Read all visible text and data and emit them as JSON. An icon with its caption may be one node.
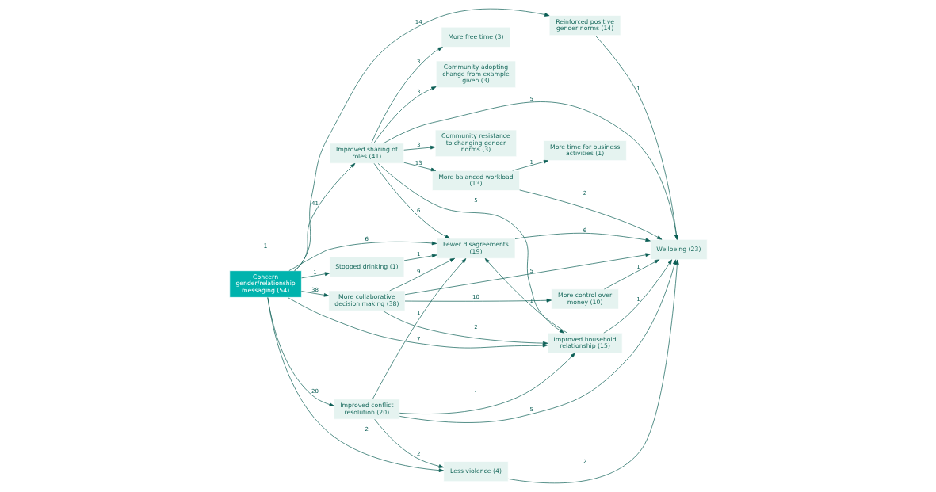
{
  "diagram": {
    "nodes": [
      {
        "text": [
          "Concern gender/relationship messaging (54)"
        ]
      },
      {
        "text": [
          "Reinforced positive gender norms (14)"
        ]
      },
      {
        "text": [
          "More free time (3)"
        ]
      },
      {
        "text": [
          "More balanced workload (13)"
        ]
      },
      {
        "text": [
          "More time for business activities (1)"
        ]
      },
      {
        "text": [
          "Improved sharing of roles (41)"
        ]
      },
      {
        "text": [
          "Community adopting change from example given (3)"
        ]
      },
      {
        "text": [
          "Community resistance to changing gender norms (3)"
        ]
      },
      {
        "text": [
          "Stopped drinking (1)"
        ]
      },
      {
        "text": [
          "Fewer disagreements (19)"
        ]
      },
      {
        "text": [
          "Improved household relationship (15)"
        ]
      },
      {
        "text": [
          "Wellbeing (23)"
        ]
      },
      {
        "text": [
          "More collaborative decision making (38)"
        ]
      },
      {
        "text": [
          "More control over money (10)"
        ]
      },
      {
        "text": [
          "Improved conflict resolution (20)"
        ]
      },
      {
        "text": [
          "Less violence (4)"
        ]
      }
    ],
    "edges": [
      {
        "from": 0,
        "to": 1,
        "arrow": "to",
        "label": "14"
      },
      {
        "from": 0,
        "to": 5,
        "arrow": "to",
        "label": "41"
      },
      {
        "from": 0,
        "to": 8,
        "arrow": "to",
        "label": "1"
      },
      {
        "from": 0,
        "to": 9,
        "arrow": "to",
        "label": "6"
      },
      {
        "from": 0,
        "to": 10,
        "arrow": "to",
        "label": "7"
      },
      {
        "from": 0,
        "to": 12,
        "arrow": "to",
        "label": "38"
      },
      {
        "from": 0,
        "to": 14,
        "arrow": "to",
        "label": "20"
      },
      {
        "from": 0,
        "to": 15,
        "arrow": "to",
        "label": "2"
      },
      {
        "from": 1,
        "to": 11,
        "arrow": "to",
        "label": "1"
      },
      {
        "from": 3,
        "to": 4,
        "arrow": "to",
        "label": "1"
      },
      {
        "from": 3,
        "to": 11,
        "arrow": "to",
        "label": "2"
      },
      {
        "from": 5,
        "to": 2,
        "arrow": "to",
        "label": "3"
      },
      {
        "from": 5,
        "to": 3,
        "arrow": "to",
        "label": "13"
      },
      {
        "from": 5,
        "to": 6,
        "arrow": "to",
        "label": "3"
      },
      {
        "from": 5,
        "to": 7,
        "arrow": "to",
        "label": "3"
      },
      {
        "from": 5,
        "to": 9,
        "arrow": "to",
        "label": "6"
      },
      {
        "from": 5,
        "to": 10,
        "arrow": "to",
        "label": "5"
      },
      {
        "from": 5,
        "to": 11,
        "arrow": "to",
        "label": "5"
      },
      {
        "from": 8,
        "to": 9,
        "arrow": "to",
        "label": "1"
      },
      {
        "from": 9,
        "to": 11,
        "arrow": "to",
        "label": "6"
      },
      {
        "from": 10,
        "to": 9,
        "arrow": "to",
        "label": "1"
      },
      {
        "from": 10,
        "to": 11,
        "arrow": "to",
        "label": "1"
      },
      {
        "from": 12,
        "to": 9,
        "arrow": "to",
        "label": "9"
      },
      {
        "from": 12,
        "to": 10,
        "arrow": "to",
        "label": "2"
      },
      {
        "from": 12,
        "to": 11,
        "arrow": "to",
        "label": "5"
      },
      {
        "from": 12,
        "to": 13,
        "arrow": "to",
        "label": "10"
      },
      {
        "from": 13,
        "to": 11,
        "arrow": "to",
        "label": "1"
      },
      {
        "from": 14,
        "to": 9,
        "arrow": "to",
        "label": "1"
      },
      {
        "from": 14,
        "to": 10,
        "arrow": "to",
        "label": "1"
      },
      {
        "from": 14,
        "to": 11,
        "arrow": "to",
        "label": "5"
      },
      {
        "from": 14,
        "to": 15,
        "arrow": "to",
        "label": "2"
      },
      {
        "from": 15,
        "to": 11,
        "arrow": "to",
        "label": "2"
      }
    ],
    "labels": [
      "1"
    ]
  }
}
